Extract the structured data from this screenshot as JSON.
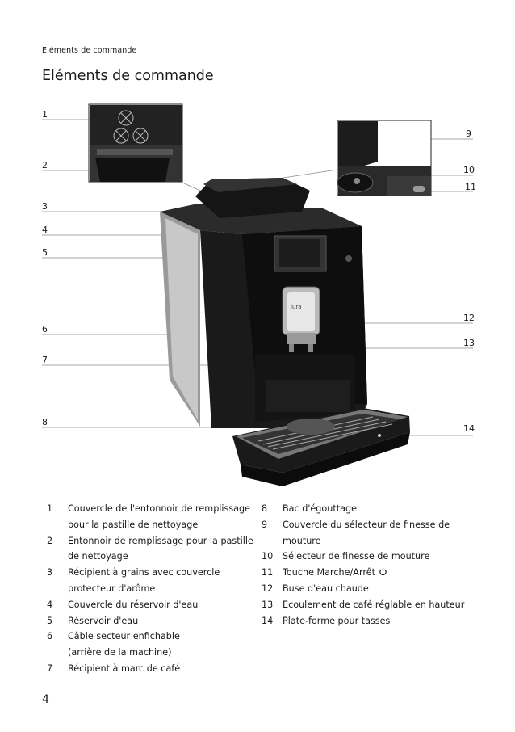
{
  "header": {
    "section": "Eléments de commande"
  },
  "title": "Eléments de commande",
  "callouts": [
    "1",
    "2",
    "3",
    "4",
    "5",
    "6",
    "7",
    "8",
    "9",
    "10",
    "11",
    "12",
    "13",
    "14"
  ],
  "legend_left": [
    {
      "n": "1",
      "lines": [
        "Couvercle de l'entonnoir de remplissage",
        "pour la pastille de nettoyage"
      ]
    },
    {
      "n": "2",
      "lines": [
        "Entonnoir de remplissage pour la pastille",
        "de nettoyage"
      ]
    },
    {
      "n": "3",
      "lines": [
        "Récipient à grains avec couvercle",
        "protecteur d'arôme"
      ]
    },
    {
      "n": "4",
      "lines": [
        "Couvercle du réservoir d'eau"
      ]
    },
    {
      "n": "5",
      "lines": [
        "Réservoir d'eau"
      ]
    },
    {
      "n": "6",
      "lines": [
        "Câble secteur enfichable",
        "(arrière de la machine)"
      ]
    },
    {
      "n": "7",
      "lines": [
        "Récipient à marc de café"
      ]
    }
  ],
  "legend_right": [
    {
      "n": "8",
      "lines": [
        "Bac d'égouttage"
      ]
    },
    {
      "n": "9",
      "lines": [
        "Couvercle du sélecteur de finesse de",
        "mouture"
      ]
    },
    {
      "n": "10",
      "lines": [
        "Sélecteur de finesse de mouture"
      ]
    },
    {
      "n": "11",
      "lines": [
        "Touche Marche/Arrêt"
      ]
    },
    {
      "n": "12",
      "lines": [
        "Buse d'eau chaude"
      ]
    },
    {
      "n": "13",
      "lines": [
        "Ecoulement de café réglable en hauteur"
      ]
    },
    {
      "n": "14",
      "lines": [
        "Plate-forme pour tasses"
      ]
    }
  ],
  "page_number": "4"
}
